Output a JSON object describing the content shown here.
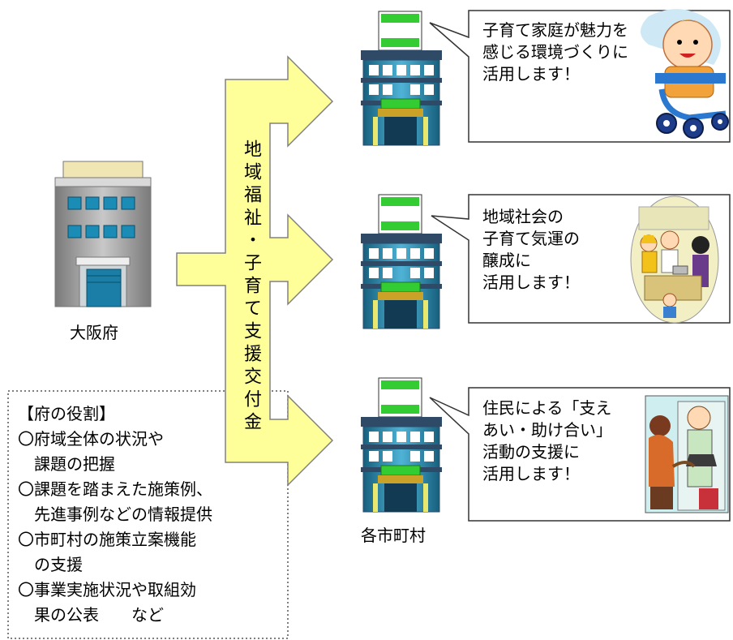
{
  "prefecture": {
    "label": "大阪府"
  },
  "grant": {
    "label": "地域福祉・子育て支援交付金"
  },
  "municipalities": {
    "label": "各市町村"
  },
  "bubbles": [
    {
      "lines": [
        "子育て家庭が魅力を",
        "感じる環境づくりに",
        "活用します！"
      ]
    },
    {
      "lines": [
        "地域社会の",
        "子育て気運の",
        "醸成に",
        "活用します！"
      ]
    },
    {
      "lines": [
        "住民による「支え",
        "あい・助け合い」",
        "活動の支援に",
        "活用します！"
      ]
    }
  ],
  "roles": {
    "title": "【府の役割】",
    "items": [
      "〇府域全体の状況や",
      "　課題の把握",
      "〇課題を踏まえた施策例、",
      "　先進事例などの情報提供",
      "〇市町村の施策立案機能",
      "　の支援",
      "〇事業実施状況や取組効",
      "　果の公表　　など"
    ]
  },
  "colors": {
    "arrow_fill": "#ffff99",
    "building_gray": "#a6a6a6",
    "building_blue": "#1f8fb0",
    "building_dark": "#2e4a66",
    "sign_green": "#33cc33"
  }
}
